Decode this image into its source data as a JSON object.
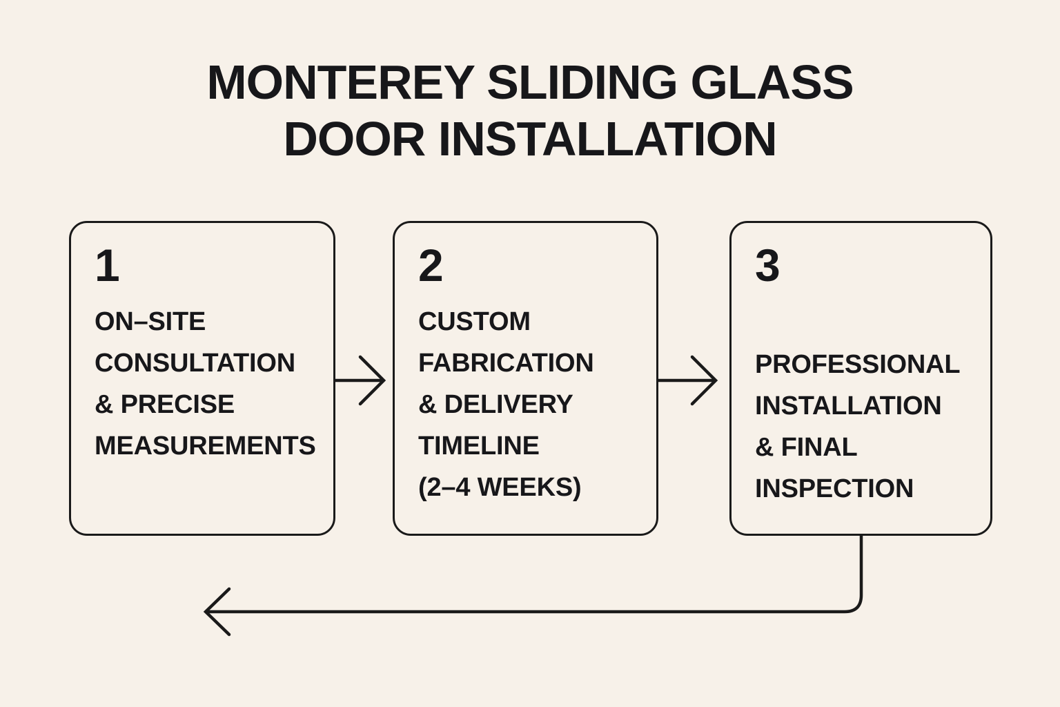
{
  "title": {
    "line1": "MONTEREY SLIDING GLASS",
    "line2": "DOOR INSTALLATION"
  },
  "steps": [
    {
      "number": "1",
      "lines": [
        "ON–SITE",
        "CONSULTATION",
        "& PRECISE",
        "MEASUREMENTS"
      ]
    },
    {
      "number": "2",
      "lines": [
        "CUSTOM",
        "FABRICATION",
        "& DELIVERY",
        "TIMELINE",
        "(2–4 WEEKS)"
      ]
    },
    {
      "number": "3",
      "lines": [
        "PROFESSIONAL",
        "INSTALLATION",
        "& FINAL",
        "INSPECTION"
      ]
    }
  ],
  "connectors": {
    "arrow_1_to_2": "right-arrow",
    "arrow_2_to_3": "right-arrow",
    "return_arrow": "down-then-left-arrow"
  },
  "colors": {
    "background": "#f7f1e9",
    "ink": "#1a1a1a"
  }
}
